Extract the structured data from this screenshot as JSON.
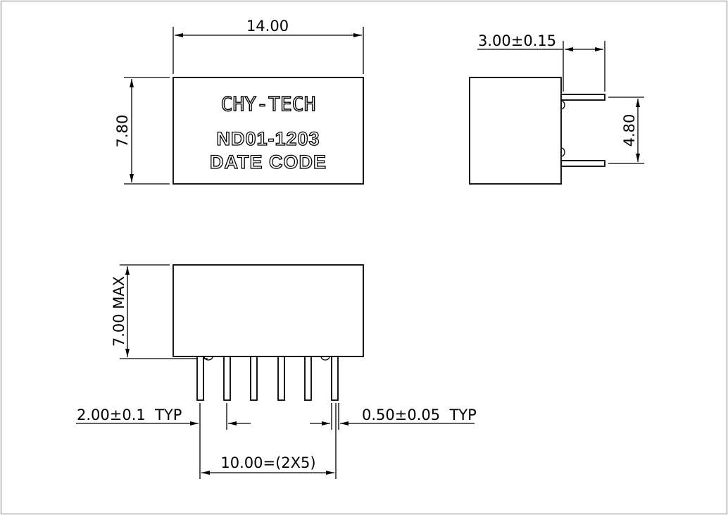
{
  "top_view": {
    "width_dim": "14.00",
    "height_dim": "7.80",
    "brand": "CHY-TECH",
    "part_number": "ND01-1203",
    "date_code": "DATE CODE"
  },
  "side_view": {
    "pin_length_dim": "3.00±0.15",
    "pin_spacing_dim": "4.80"
  },
  "front_view": {
    "height_dim": "7.00 MAX",
    "pitch_dim": "2.00±0.1  TYP",
    "pin_width_dim": "0.50±0.05  TYP",
    "span_dim": "10.00=(2X5)"
  },
  "colors": {
    "line": "#000000",
    "frame": "#b0b0b0",
    "background": "#ffffff"
  }
}
